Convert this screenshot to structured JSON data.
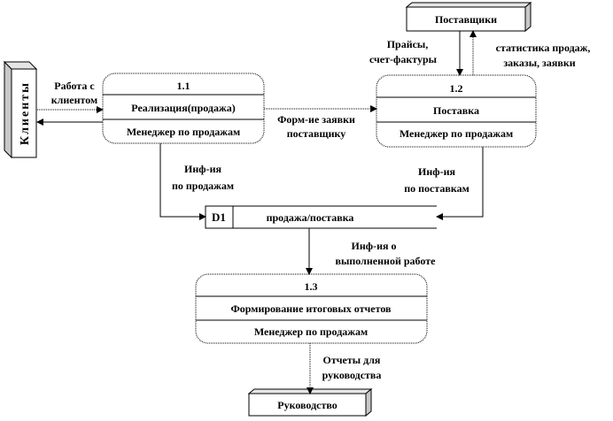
{
  "entities": {
    "clients": "Клиенты",
    "suppliers": "Поставщики",
    "management": "Руководство"
  },
  "processes": [
    {
      "id": "1.1",
      "name": "Реализация(продажа)",
      "actor": "Менеджер по продажам"
    },
    {
      "id": "1.2",
      "name": "Поставка",
      "actor": "Менеджер по продажам"
    },
    {
      "id": "1.3",
      "name": "Формирование   итоговых  отчетов",
      "actor": "Менеджер по продажам"
    }
  ],
  "store": {
    "id": "D1",
    "name": "продажа/поставка"
  },
  "flows": {
    "client_work": [
      "Работа с",
      "клиентом"
    ],
    "supplier_order": [
      "Форм-ие заявки",
      "поставщику"
    ],
    "prices": [
      "Прайсы,",
      "счет-фактуры"
    ],
    "stats": [
      "статистика продаж,",
      "заказы,  заявки"
    ],
    "sales_info": [
      "Инф-ия",
      "по продажам"
    ],
    "supply_info": [
      "Инф-ия",
      "по поставкам"
    ],
    "work_info": [
      "Инф-ия о",
      "выполненной работе"
    ],
    "reports": [
      "Отчеты для",
      "руководства"
    ]
  }
}
